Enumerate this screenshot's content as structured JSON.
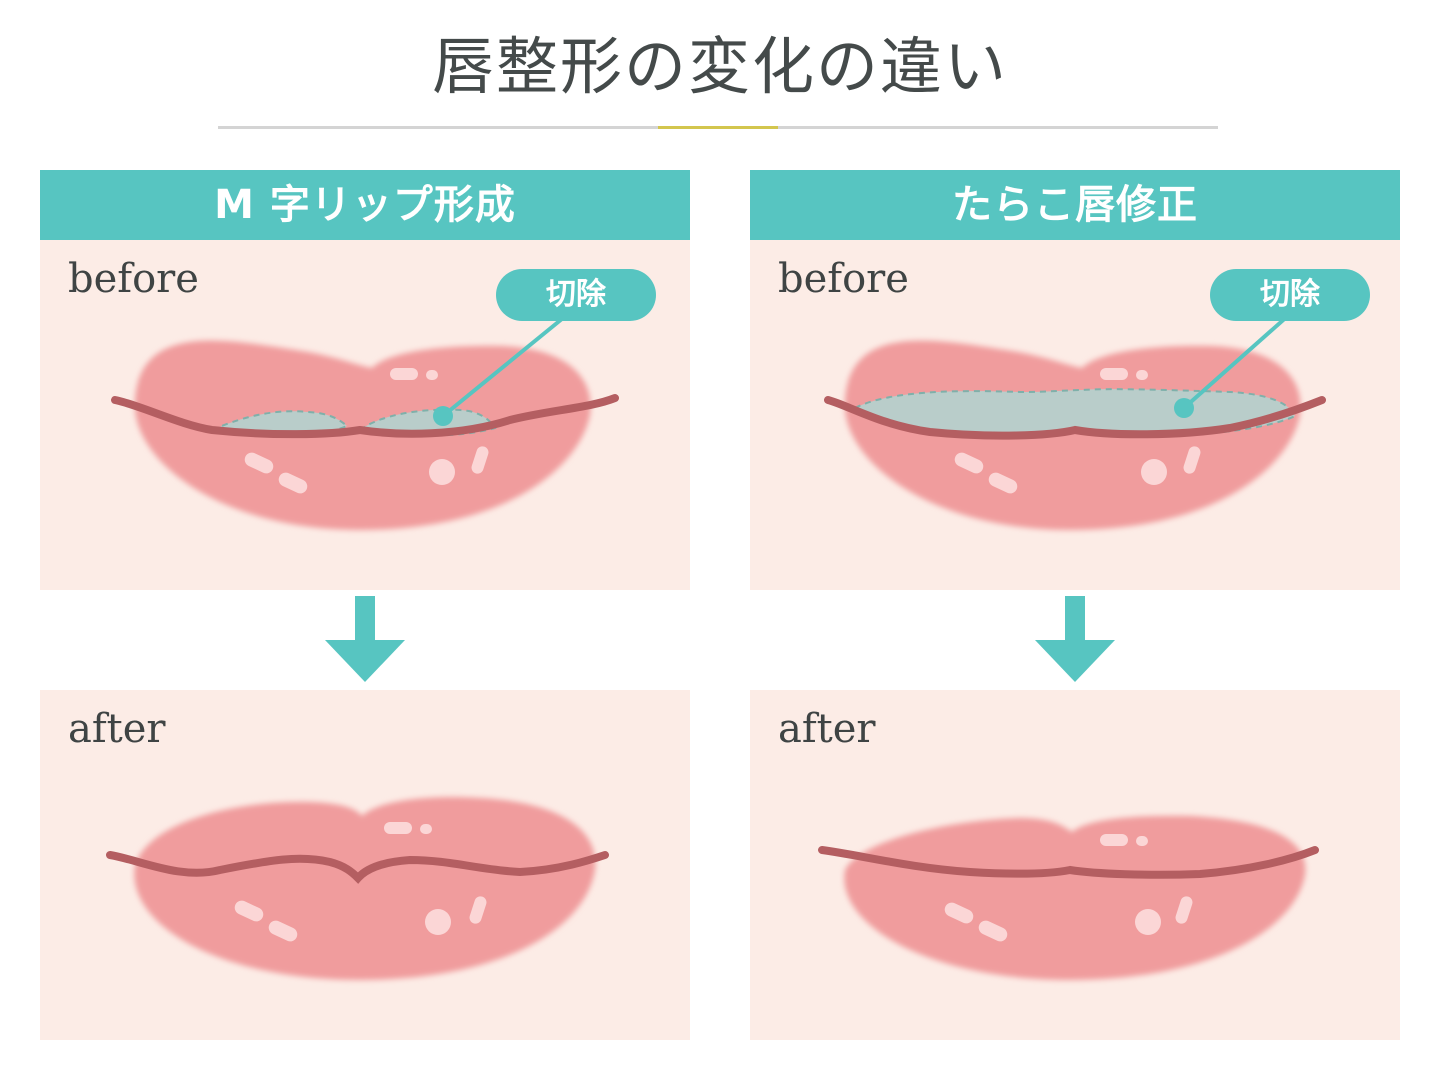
{
  "title": "唇整形の変化の違い",
  "columns": [
    {
      "header": "M 字リップ形成",
      "before": {
        "label": "before",
        "callout": "切除"
      },
      "after": {
        "label": "after"
      }
    },
    {
      "header": "たらこ唇修正",
      "before": {
        "label": "before",
        "callout": "切除"
      },
      "after": {
        "label": "after"
      }
    }
  ],
  "colors": {
    "accent": "#57c5c1",
    "panel_bg": "#fcece6",
    "lip": "#f09c9d",
    "lip_line": "#b45e61",
    "excision": "#b9cdca",
    "title_rule_accent": "#d3c64e"
  }
}
